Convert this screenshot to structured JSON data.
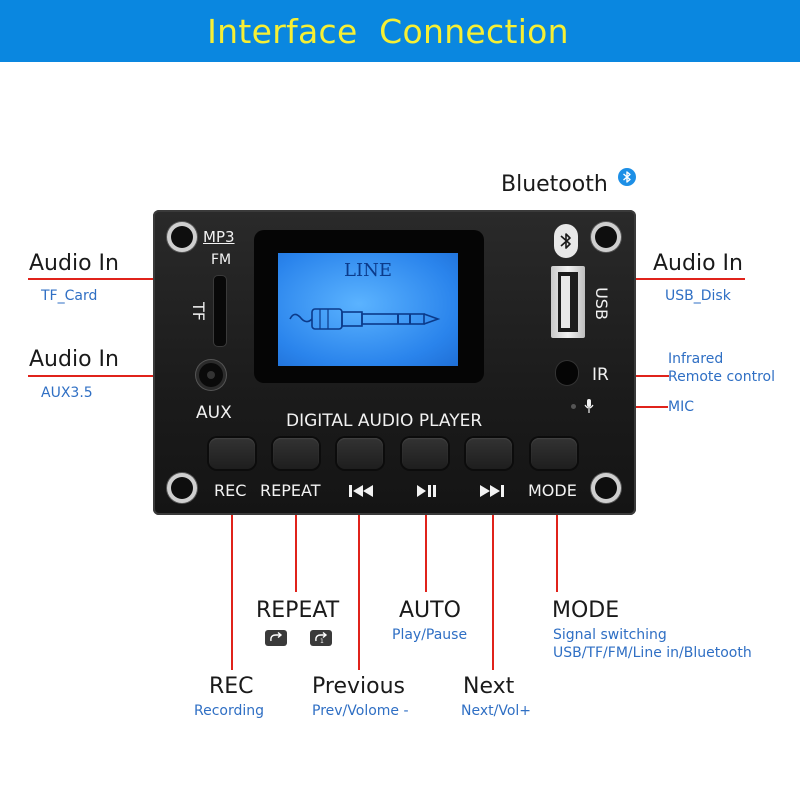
{
  "header": {
    "title": "Interface  Connection"
  },
  "top": {
    "bluetooth_label": "Bluetooth"
  },
  "left": {
    "tf": {
      "title": "Audio In",
      "sub": "TF_Card"
    },
    "aux": {
      "title": "Audio In",
      "sub": "AUX3.5"
    }
  },
  "right": {
    "usb": {
      "title": "Audio In",
      "sub": "USB_Disk"
    },
    "ir_line1": "Infrared",
    "ir_line2": "Remote control",
    "mic": "MIC"
  },
  "board": {
    "mp3": "MP3",
    "fm": "FM",
    "tf": "TF",
    "aux": "AUX",
    "usb": "USB",
    "ir": "IR",
    "product": "DIGITAL AUDIO PLAYER",
    "lcd_text": "LINE",
    "rec": "REC",
    "repeat": "REPEAT",
    "mode": "MODE"
  },
  "bottom": {
    "repeat": {
      "title": "REPEAT"
    },
    "auto": {
      "title": "AUTO",
      "sub": "Play/Pause"
    },
    "mode": {
      "title": "MODE",
      "sub1": "Signal switching",
      "sub2": "USB/TF/FM/Line in/Bluetooth"
    },
    "rec": {
      "title": "REC",
      "sub": "Recording"
    },
    "previous": {
      "title": "Previous",
      "sub": "Prev/Volome -"
    },
    "next": {
      "title": "Next",
      "sub": "Next/Vol+"
    }
  },
  "colors": {
    "header_bg": "#0a87e0",
    "header_text": "#f6ef34",
    "callout_line": "#e0231b",
    "subtext": "#2f6fc4",
    "lcd": "#2a84ec"
  }
}
